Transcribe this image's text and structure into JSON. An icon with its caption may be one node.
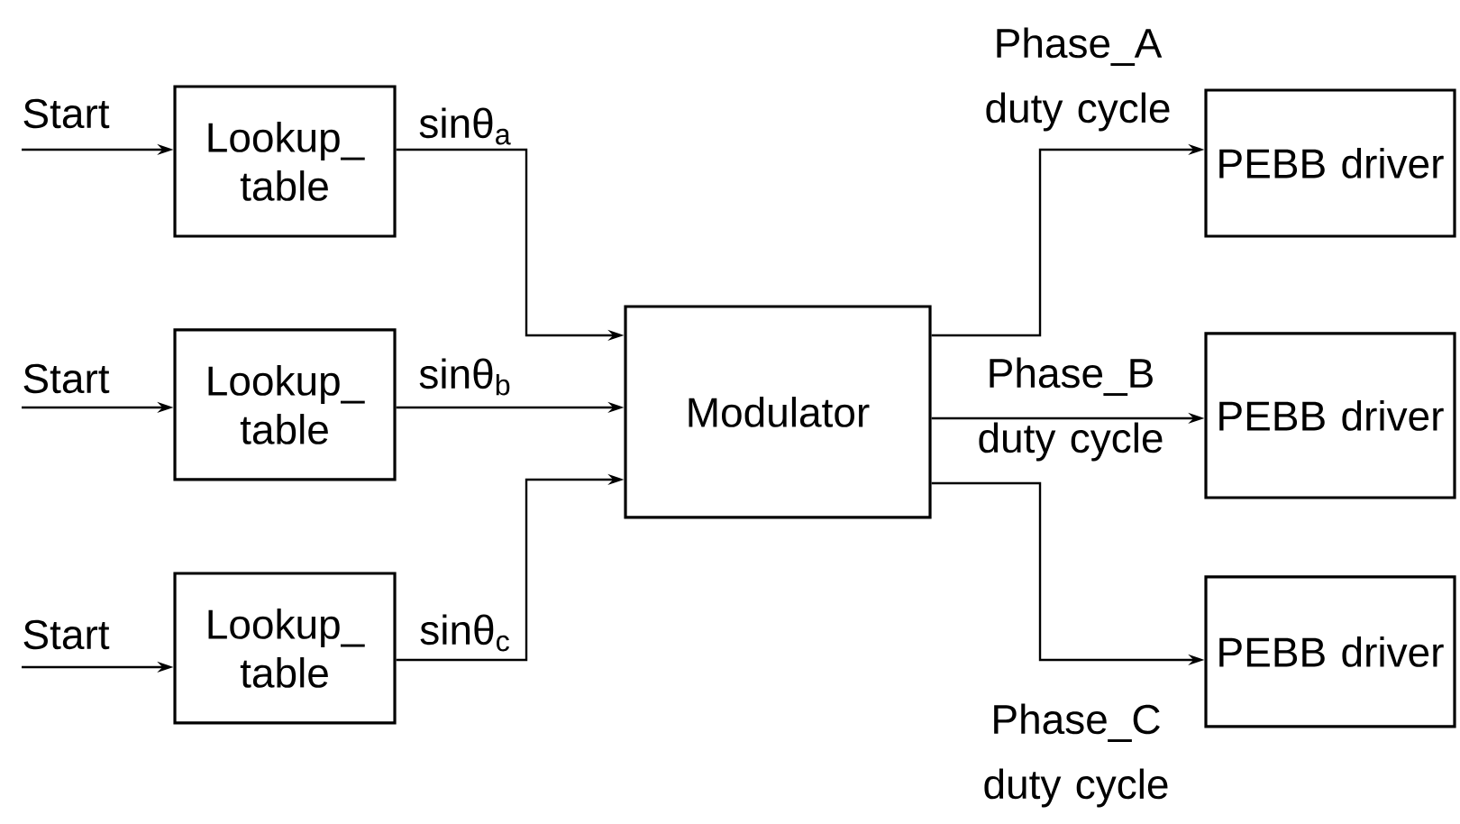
{
  "diagram": {
    "nodes": [
      {
        "text": [
          "Start"
        ]
      },
      {
        "text": [
          "Lookup_ table"
        ]
      },
      {
        "text": [
          "Start"
        ]
      },
      {
        "text": [
          "Lookup_ table"
        ]
      },
      {
        "text": [
          "Start"
        ]
      },
      {
        "text": [
          "Lookup_ table"
        ]
      },
      {
        "text": [
          "Modulator"
        ]
      },
      {
        "text": [
          "PEBB driver"
        ]
      },
      {
        "text": [
          "PEBB driver"
        ]
      },
      {
        "text": [
          "PEBB driver"
        ]
      }
    ],
    "edges": [
      {
        "from": 0,
        "to": 1,
        "arrow": "to"
      },
      {
        "from": 2,
        "to": 3,
        "arrow": "to"
      },
      {
        "from": 4,
        "to": 5,
        "arrow": "to"
      },
      {
        "from": 1,
        "to": 6,
        "arrow": "to",
        "label": "sinθ$_{a}$"
      },
      {
        "from": 3,
        "to": 6,
        "arrow": "to",
        "label": "sinθ$_{b}$"
      },
      {
        "from": 5,
        "to": 6,
        "arrow": "to",
        "label": "sinθ$_{c}$"
      },
      {
        "from": 6,
        "to": 7,
        "arrow": "to",
        "label": "Phase_A duty cycle"
      },
      {
        "from": 6,
        "to": 8,
        "arrow": "to",
        "label": "Phase_B duty cycle"
      },
      {
        "from": 6,
        "to": 9,
        "arrow": "to",
        "label": "Phase_C duty cycle"
      }
    ]
  }
}
